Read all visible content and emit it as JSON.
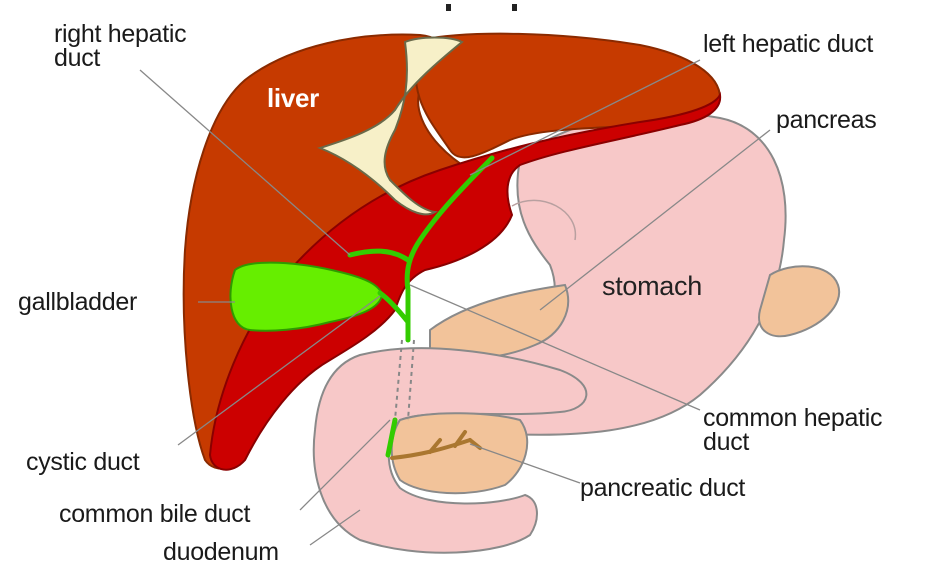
{
  "labels": {
    "right_hepatic_duct": "right hepatic\nduct",
    "left_hepatic_duct": "left hepatic duct",
    "liver": "liver",
    "pancreas": "pancreas",
    "stomach": "stomach",
    "gallbladder": "gallbladder",
    "common_hepatic_duct": "common hepatic\nduct",
    "cystic_duct": "cystic duct",
    "pancreatic_duct": "pancreatic duct",
    "common_bile_duct": "common bile duct",
    "duodenum": "duodenum"
  },
  "colors": {
    "liver_dark": "#c63a00",
    "liver_red": "#cc0000",
    "ligament": "#f7f0c8",
    "stomach": "#f7c8c8",
    "pancreas": "#f2c39a",
    "bile_duct_green": "#33cc00",
    "gallbladder": "#66ee00",
    "pancreatic_duct": "#aa7730",
    "leader_line": "#777777"
  }
}
